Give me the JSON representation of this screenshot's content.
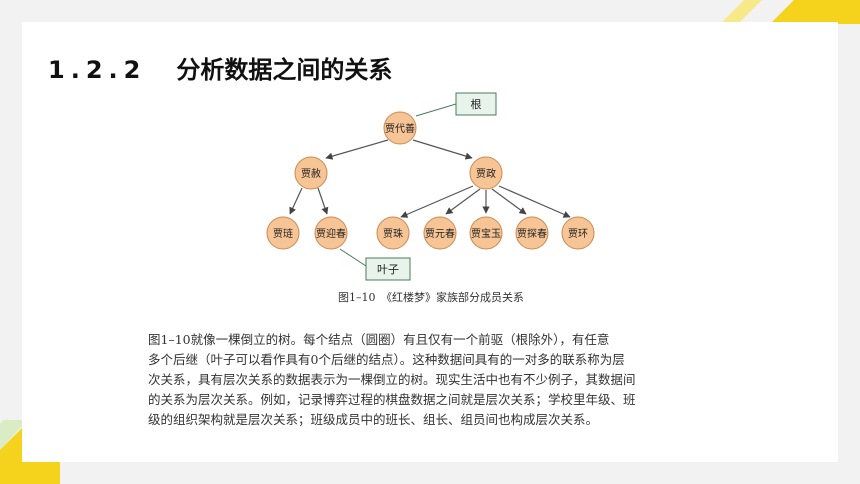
{
  "heading": {
    "number": "1.2.2",
    "title": "分析数据之间的关系"
  },
  "diagram": {
    "root_label": "根",
    "leaf_label": "叶子",
    "nodes": {
      "root": "贾代善",
      "level1": [
        "贾赦",
        "贾政"
      ],
      "level2_left": [
        "贾琏",
        "贾迎春"
      ],
      "level2_right": [
        "贾珠",
        "贾元春",
        "贾宝玉",
        "贾探春",
        "贾环"
      ]
    },
    "caption": "图1–10　《红楼梦》家族部分成员关系",
    "colors": {
      "node_fill": "#f6c495",
      "node_stroke": "#c98a52",
      "label_box_fill": "#e8f3ec",
      "label_box_stroke": "#4a7d5c"
    }
  },
  "paragraph": [
    "图1–10就像一棵倒立的树。每个结点（圆圈）有且仅有一个前驱（根除外），有任意",
    "多个后继（叶子可以看作具有0个后继的结点）。这种数据间具有的一对多的联系称为层",
    "次关系，具有层次关系的数据表示为一棵倒立的树。现实生活中也有不少例子，其数据间",
    "的关系为层次关系。例如，记录博弈过程的棋盘数据之间就是层次关系；学校里年级、班",
    "级的组织架构就是层次关系；班级成员中的班长、组长、组员间也构成层次关系。"
  ],
  "decoration_colors": {
    "yellow": "#f5d21b",
    "pale_yellow": "#f7e98a",
    "green": "#d9ecc4"
  }
}
